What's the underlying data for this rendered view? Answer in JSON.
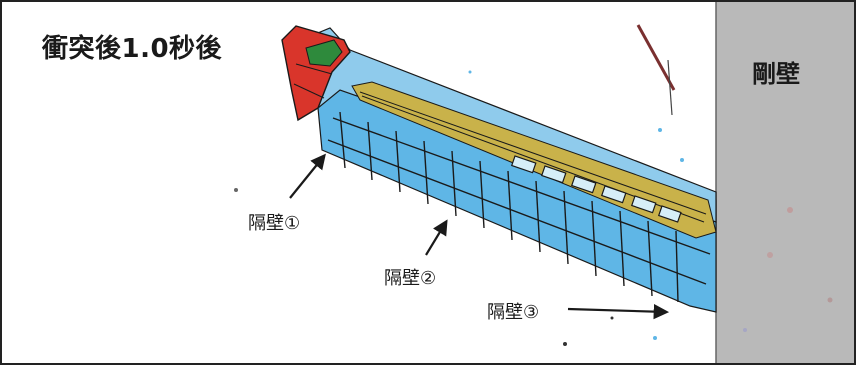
{
  "figure": {
    "title": "衝突後1.0秒後",
    "wall_label": "剛壁",
    "bulkheads": [
      "隔壁①",
      "隔壁②",
      "隔壁③"
    ]
  },
  "colors": {
    "wall": "#b9b9b9",
    "hull_blue": "#5fb6e6",
    "deck_blue": "#8fcbec",
    "bow_red": "#d9352b",
    "bow_green": "#2e8a3c",
    "deck_yellow": "#c9b24a",
    "grid_line": "#1a1a1a",
    "frame": "#222222"
  }
}
